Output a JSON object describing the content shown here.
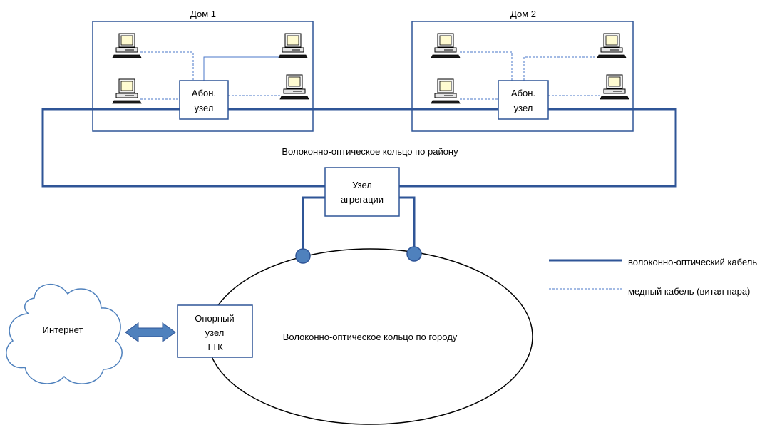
{
  "houses": [
    {
      "title": "Дом 1",
      "node_lines": [
        "Абон.",
        "узел"
      ]
    },
    {
      "title": "Дом 2",
      "node_lines": [
        "Абон.",
        "узел"
      ]
    }
  ],
  "district_ring_label": "Волоконно-оптическое кольцо по району",
  "aggregation_node": [
    "Узел",
    "агрегации"
  ],
  "city_ring_label": "Волоконно-оптическое  кольцо по городу",
  "core_node": [
    "Опорный",
    "узел",
    "ТТК"
  ],
  "internet_label": "Интернет",
  "legend": {
    "fiber": "волоконно-оптический кабель",
    "copper": "медный кабель (витая пара)"
  },
  "colors": {
    "fiber": "#2f5597",
    "copper": "#4a77c9",
    "connector": "#4f81bd",
    "arrow": "#4f81bd"
  }
}
